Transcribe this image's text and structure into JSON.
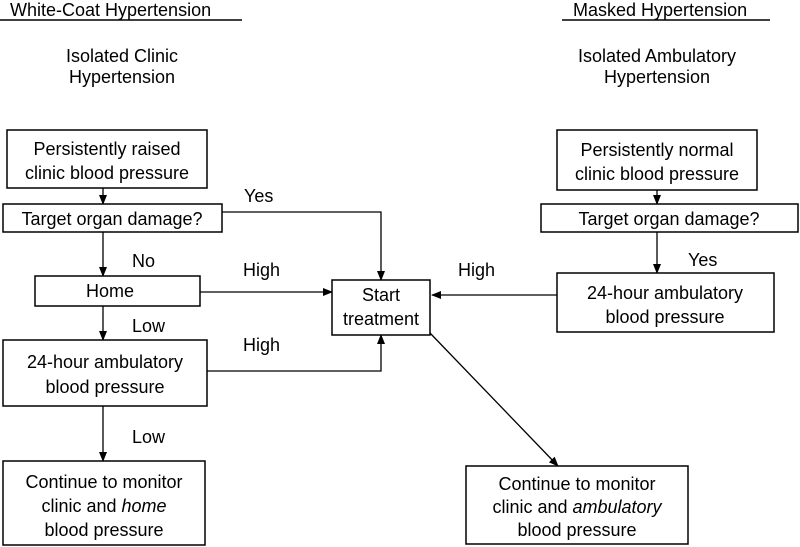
{
  "headers": {
    "left_title": "White-Coat Hypertension",
    "left_subtitle_line1": "Isolated  Clinic",
    "left_subtitle_line2": "Hypertension",
    "right_title": "Masked Hypertension",
    "right_subtitle_line1": "Isolated  Ambulatory",
    "right_subtitle_line2": "Hypertension"
  },
  "left": {
    "raised_line1": "Persistently raised",
    "raised_line2": "clinic  blood pressure",
    "target_organ": "Target organ damage?",
    "home": "Home",
    "ambulatory_line1": "24-hour ambulatory",
    "ambulatory_line2": "blood pressure",
    "continue_line1": "Continue  to monitor",
    "continue_line2_a": "clinic and ",
    "continue_line2_b": "home",
    "continue_line3": "blood pressure"
  },
  "center": {
    "start_line1": "Start",
    "start_line2": "treatment"
  },
  "right": {
    "normal_line1": "Persistently normal",
    "normal_line2": "clinic blood pressure",
    "target_organ": "Target organ damage?",
    "ambulatory_line1": "24-hour ambulatory",
    "ambulatory_line2": "blood pressure",
    "continue_line1": "Continue to monitor",
    "continue_line2_a": "clinic and ",
    "continue_line2_b": "ambulatory",
    "continue_line3": "blood pressure"
  },
  "edge_labels": {
    "yes_left": "Yes",
    "no_left": "No",
    "high_home": "High",
    "low_home": "Low",
    "high_ambulatory_left": "High",
    "low_ambulatory_left": "Low",
    "high_right": "High",
    "yes_right": "Yes"
  }
}
